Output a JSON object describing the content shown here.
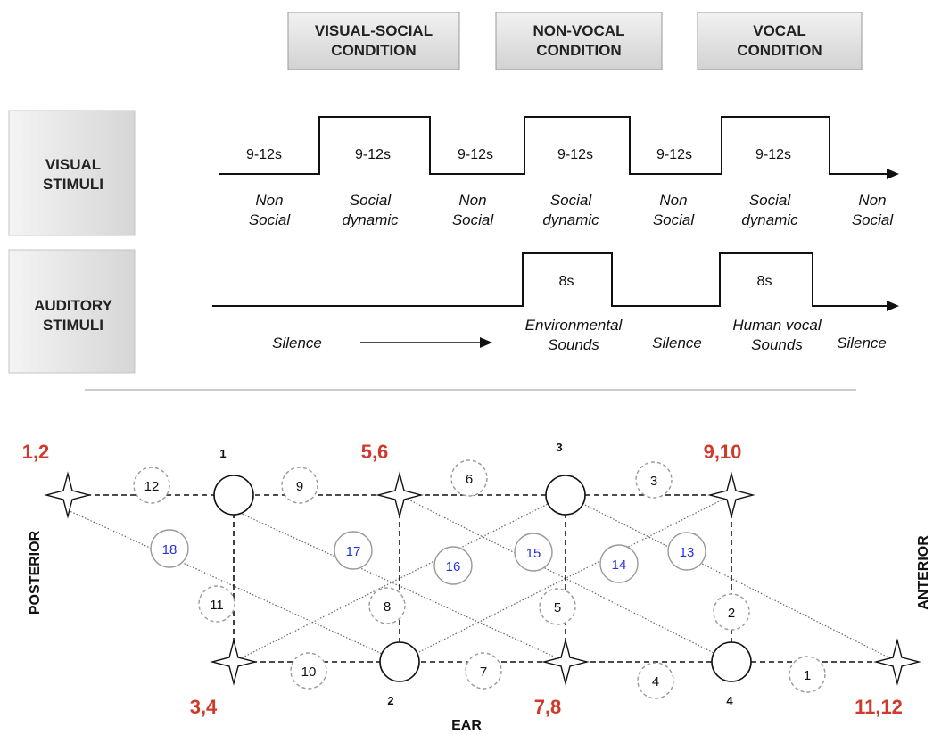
{
  "conditions": [
    {
      "line1": "VISUAL-SOCIAL",
      "line2": "CONDITION"
    },
    {
      "line1": "NON-VOCAL",
      "line2": "CONDITION"
    },
    {
      "line1": "VOCAL",
      "line2": "CONDITION"
    }
  ],
  "visual": {
    "label_line1": "VISUAL",
    "label_line2": "STIMULI",
    "durations": [
      "9-12s",
      "9-12s",
      "9-12s",
      "9-12s",
      "9-12s",
      "9-12s"
    ],
    "segments": [
      {
        "line1": "Non",
        "line2": "Social"
      },
      {
        "line1": "Social",
        "line2": "dynamic"
      },
      {
        "line1": "Non",
        "line2": "Social"
      },
      {
        "line1": "Social",
        "line2": "dynamic"
      },
      {
        "line1": "Non",
        "line2": "Social"
      },
      {
        "line1": "Social",
        "line2": "dynamic"
      },
      {
        "line1": "Non",
        "line2": "Social"
      }
    ]
  },
  "auditory": {
    "label_line1": "AUDITORY",
    "label_line2": "STIMULI",
    "durations": [
      "8s",
      "8s"
    ],
    "silence_start": "Silence",
    "environmental": {
      "line1": "Environmental",
      "line2": "Sounds"
    },
    "silence_mid": "Silence",
    "human_vocal": {
      "line1": "Human vocal",
      "line2": "Sounds"
    },
    "silence_end": "Silence"
  },
  "layout": {
    "groups": [
      "1,2",
      "5,6",
      "9,10",
      "3,4",
      "7,8",
      "11,12"
    ],
    "sources": [
      "1",
      "3",
      "2",
      "4"
    ],
    "channels": [
      "12",
      "9",
      "6",
      "3",
      "11",
      "8",
      "5",
      "2",
      "10",
      "7",
      "4",
      "1",
      "18",
      "17",
      "16",
      "15",
      "14",
      "13"
    ],
    "posterior": "POSTERIOR",
    "anterior": "ANTERIOR",
    "ear": "EAR"
  },
  "colors": {
    "group_label": "#d03a2b",
    "long_channel": "#2233dd",
    "box_fill": "#dcdcdc"
  }
}
